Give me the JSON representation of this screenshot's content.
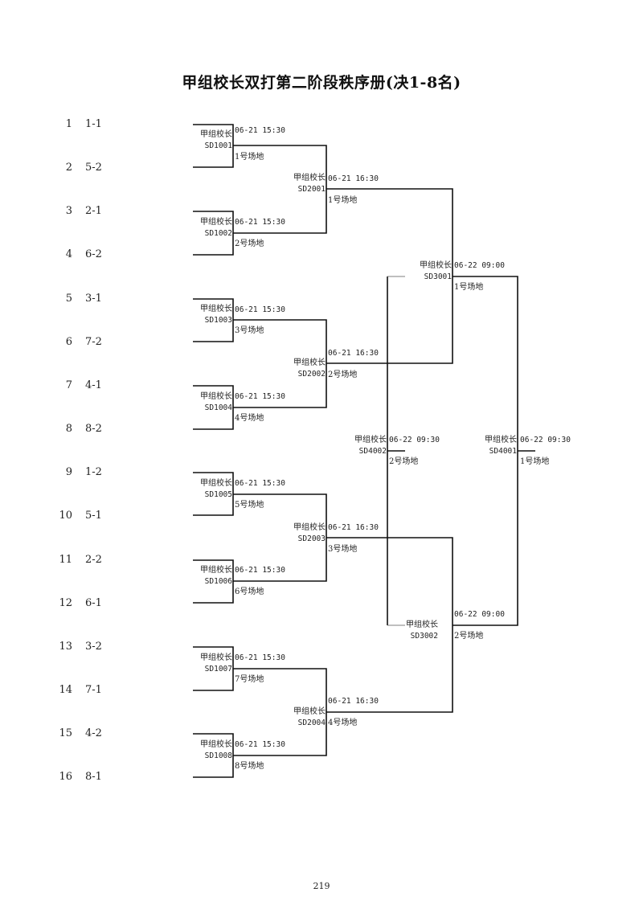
{
  "page": {
    "title": "甲组校长双打第二阶段秩序册(决1-8名)",
    "page_number": "219"
  },
  "seeds": [
    {
      "no": "1",
      "code": "1-1"
    },
    {
      "no": "2",
      "code": "5-2"
    },
    {
      "no": "3",
      "code": "2-1"
    },
    {
      "no": "4",
      "code": "6-2"
    },
    {
      "no": "5",
      "code": "3-1"
    },
    {
      "no": "6",
      "code": "7-2"
    },
    {
      "no": "7",
      "code": "4-1"
    },
    {
      "no": "8",
      "code": "8-2"
    },
    {
      "no": "9",
      "code": "1-2"
    },
    {
      "no": "10",
      "code": "5-1"
    },
    {
      "no": "11",
      "code": "2-2"
    },
    {
      "no": "12",
      "code": "6-1"
    },
    {
      "no": "13",
      "code": "3-2"
    },
    {
      "no": "14",
      "code": "7-1"
    },
    {
      "no": "15",
      "code": "4-2"
    },
    {
      "no": "16",
      "code": "8-1"
    }
  ],
  "matches": {
    "SD1001": {
      "group": "甲组校长",
      "id": "SD1001",
      "time": "06-21 15:30",
      "court": "1号场地"
    },
    "SD1002": {
      "group": "甲组校长",
      "id": "SD1002",
      "time": "06-21 15:30",
      "court": "2号场地"
    },
    "SD1003": {
      "group": "甲组校长",
      "id": "SD1003",
      "time": "06-21 15:30",
      "court": "3号场地"
    },
    "SD1004": {
      "group": "甲组校长",
      "id": "SD1004",
      "time": "06-21 15:30",
      "court": "4号场地"
    },
    "SD1005": {
      "group": "甲组校长",
      "id": "SD1005",
      "time": "06-21 15:30",
      "court": "5号场地"
    },
    "SD1006": {
      "group": "甲组校长",
      "id": "SD1006",
      "time": "06-21 15:30",
      "court": "6号场地"
    },
    "SD1007": {
      "group": "甲组校长",
      "id": "SD1007",
      "time": "06-21 15:30",
      "court": "7号场地"
    },
    "SD1008": {
      "group": "甲组校长",
      "id": "SD1008",
      "time": "06-21 15:30",
      "court": "8号场地"
    },
    "SD2001": {
      "group": "甲组校长",
      "id": "SD2001",
      "time": "06-21 16:30",
      "court": "1号场地"
    },
    "SD2002": {
      "group": "甲组校长",
      "id": "SD2002",
      "time": "06-21 16:30",
      "court": "2号场地"
    },
    "SD2003": {
      "group": "甲组校长",
      "id": "SD2003",
      "time": "06-21 16:30",
      "court": "3号场地"
    },
    "SD2004": {
      "group": "甲组校长",
      "id": "SD2004",
      "time": "06-21 16:30",
      "court": "4号场地"
    },
    "SD3001": {
      "group": "甲组校长",
      "id": "SD3001",
      "time": "06-22 09:00",
      "court": "1号场地"
    },
    "SD3002": {
      "group": "甲组校长",
      "id": "SD3002",
      "time": "06-22 09:00",
      "court": "2号场地"
    },
    "SD4001": {
      "group": "甲组校长",
      "id": "SD4001",
      "time": "06-22 09:30",
      "court": "1号场地"
    },
    "SD4002": {
      "group": "甲组校长",
      "id": "SD4002",
      "time": "06-22 09:30",
      "court": "2号场地"
    }
  }
}
